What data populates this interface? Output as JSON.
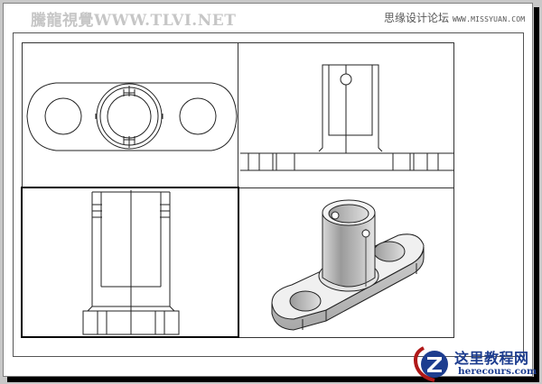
{
  "watermarks": {
    "top_left": "騰龍視覺WWW.TLVI.NET",
    "top_right_cn": "思缘设计论坛",
    "top_right_en": "WWW.MISSYUAN.COM"
  },
  "logo": {
    "icon": "z-globe-logo-icon",
    "title": "这里教程网",
    "url_text": "herecours.com",
    "colors": {
      "primary": "#1d3d8f",
      "swoosh": "#b01818"
    }
  },
  "layout": {
    "viewports": [
      {
        "id": "top-left",
        "view": "top-view",
        "active": false
      },
      {
        "id": "top-right",
        "view": "side-view",
        "active": false
      },
      {
        "id": "bottom-left",
        "view": "front-view",
        "active": true
      },
      {
        "id": "bottom-right",
        "view": "isometric-shaded-view",
        "active": false
      }
    ]
  },
  "colors": {
    "background": "#c8c8c8",
    "paper": "#ffffff",
    "line": "#222222",
    "active_viewport_border": "#000000"
  }
}
